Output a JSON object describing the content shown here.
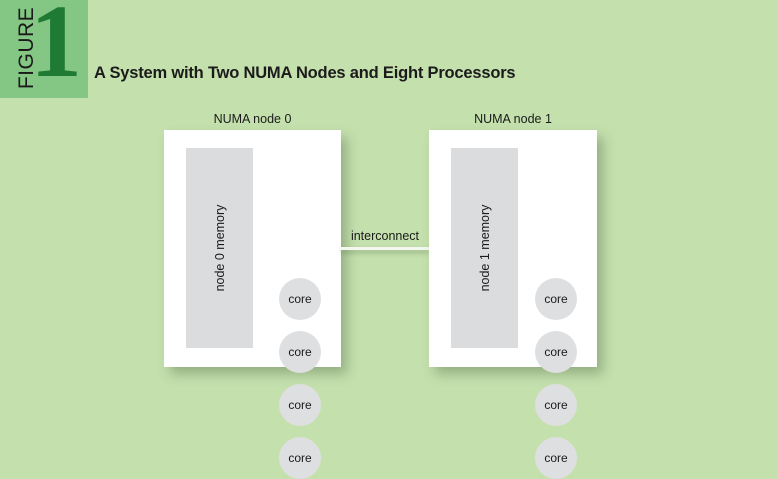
{
  "figure": {
    "word": "FIGURE",
    "number": "1",
    "title": "A System with Two NUMA Nodes and Eight Processors",
    "badge_color": "#84c683",
    "number_color": "#1f7a33",
    "background_color": "#c4e0ad"
  },
  "diagram": {
    "interconnect_label": "interconnect",
    "nodes": [
      {
        "label": "NUMA node 0",
        "memory_label": "node 0 memory",
        "cores": [
          {
            "label": "core"
          },
          {
            "label": "core"
          },
          {
            "label": "core"
          },
          {
            "label": "core"
          }
        ]
      },
      {
        "label": "NUMA node 1",
        "memory_label": "node 1 memory",
        "cores": [
          {
            "label": "core"
          },
          {
            "label": "core"
          },
          {
            "label": "core"
          },
          {
            "label": "core"
          }
        ]
      }
    ]
  }
}
